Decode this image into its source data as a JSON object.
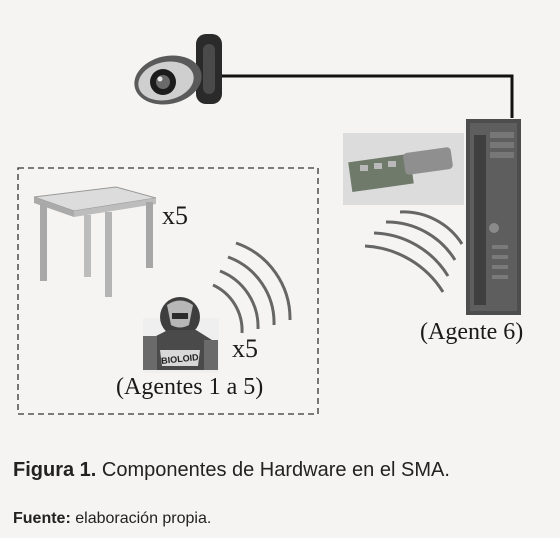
{
  "diagram": {
    "table_count": "x5",
    "robot_count": "x5",
    "robot_brand": "BIOLOID",
    "group_label": "(Agentes 1 a 5)",
    "pc_label": "(Agente 6)"
  },
  "caption": {
    "figure_prefix": "Figura 1.",
    "figure_text": "Componentes de Hardware en el SMA.",
    "source_prefix": "Fuente:",
    "source_text": "elaboración propia."
  },
  "colors": {
    "background": "#f5f4f2",
    "line": "#111111",
    "dashed_box": "#333333",
    "signal_arcs": "#555555"
  }
}
